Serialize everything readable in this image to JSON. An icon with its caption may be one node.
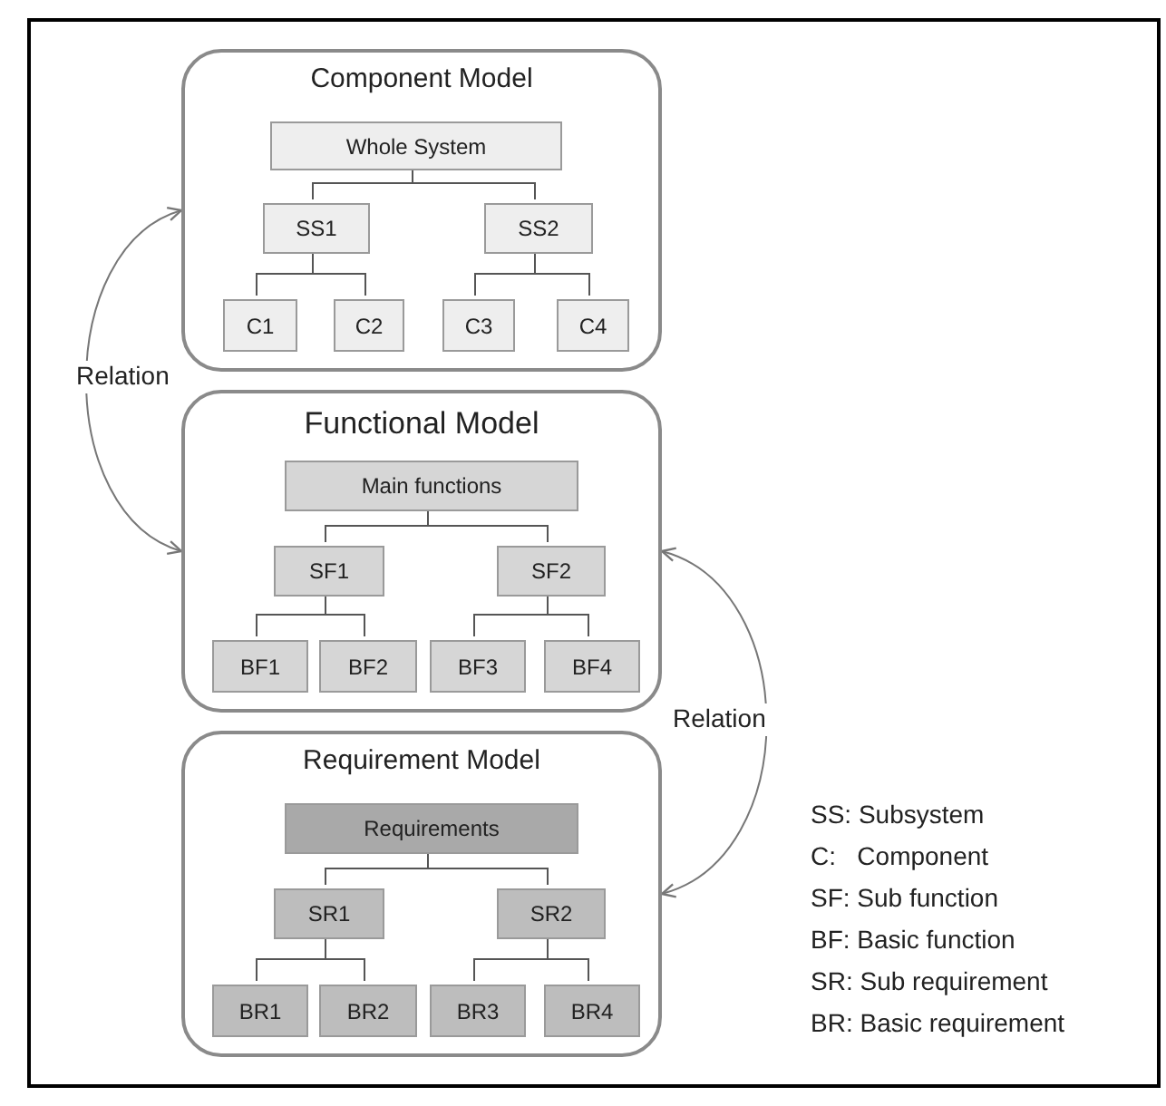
{
  "diagram": {
    "nodes": [
      {
        "text": [
          "Component Model"
        ]
      },
      {
        "text": [
          "Whole System"
        ],
        "in": 0
      },
      {
        "text": [
          "SS1"
        ],
        "in": 0
      },
      {
        "text": [
          "SS2"
        ],
        "in": 0
      },
      {
        "text": [
          "C1"
        ],
        "in": 0
      },
      {
        "text": [
          "C2"
        ],
        "in": 0
      },
      {
        "text": [
          "C3"
        ],
        "in": 0
      },
      {
        "text": [
          "C4"
        ],
        "in": 0
      },
      {
        "text": [
          "Functional Model"
        ]
      },
      {
        "text": [
          "Main functions"
        ],
        "in": 8
      },
      {
        "text": [
          "SF1"
        ],
        "in": 8
      },
      {
        "text": [
          "SF2"
        ],
        "in": 8
      },
      {
        "text": [
          "BF1"
        ],
        "in": 8
      },
      {
        "text": [
          "BF2"
        ],
        "in": 8
      },
      {
        "text": [
          "BF3"
        ],
        "in": 8
      },
      {
        "text": [
          "BF4"
        ],
        "in": 8
      },
      {
        "text": [
          "Requirement Model"
        ]
      },
      {
        "text": [
          "Requirements"
        ],
        "in": 16
      },
      {
        "text": [
          "SR1"
        ],
        "in": 16
      },
      {
        "text": [
          "SR2"
        ],
        "in": 16
      },
      {
        "text": [
          "BR1"
        ],
        "in": 16
      },
      {
        "text": [
          "BR2"
        ],
        "in": 16
      },
      {
        "text": [
          "BR3"
        ],
        "in": 16
      },
      {
        "text": [
          "BR4"
        ],
        "in": 16
      }
    ],
    "edges": [
      {
        "from": 1,
        "to": 2,
        "arrow": "none"
      },
      {
        "from": 1,
        "to": 3,
        "arrow": "none"
      },
      {
        "from": 2,
        "to": 4,
        "arrow": "none"
      },
      {
        "from": 2,
        "to": 5,
        "arrow": "none"
      },
      {
        "from": 3,
        "to": 6,
        "arrow": "none"
      },
      {
        "from": 3,
        "to": 7,
        "arrow": "none"
      },
      {
        "from": 9,
        "to": 10,
        "arrow": "none"
      },
      {
        "from": 9,
        "to": 11,
        "arrow": "none"
      },
      {
        "from": 10,
        "to": 12,
        "arrow": "none"
      },
      {
        "from": 10,
        "to": 13,
        "arrow": "none"
      },
      {
        "from": 11,
        "to": 14,
        "arrow": "none"
      },
      {
        "from": 11,
        "to": 15,
        "arrow": "none"
      },
      {
        "from": 17,
        "to": 18,
        "arrow": "none"
      },
      {
        "from": 17,
        "to": 19,
        "arrow": "none"
      },
      {
        "from": 18,
        "to": 20,
        "arrow": "none"
      },
      {
        "from": 18,
        "to": 21,
        "arrow": "none"
      },
      {
        "from": 19,
        "to": 22,
        "arrow": "none"
      },
      {
        "from": 19,
        "to": 23,
        "arrow": "none"
      },
      {
        "from": 0,
        "to": 8,
        "arrow": "both",
        "label": "Relation"
      },
      {
        "from": 8,
        "to": 16,
        "arrow": "both",
        "label": "Relation"
      }
    ],
    "labels": [
      "SS: Subsystem",
      "C:   Component",
      "SF: Sub function",
      "BF: Basic function",
      "SR: Sub requirement",
      "BR: Basic requirement"
    ]
  }
}
